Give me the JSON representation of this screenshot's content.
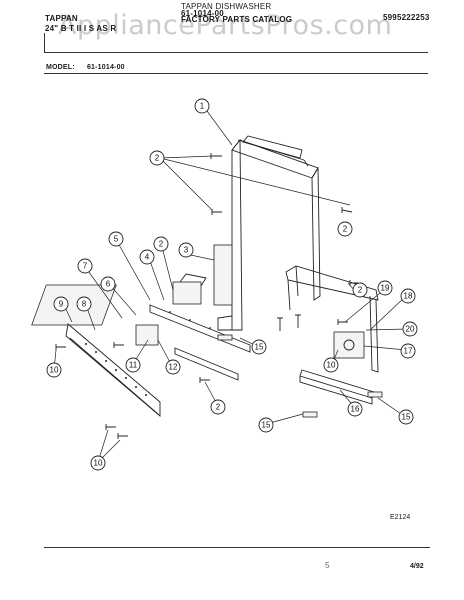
{
  "header": {
    "brand": "TAPPAN",
    "subtitle": "24\" B   T II I S   AS  R",
    "doc_title": "TAPPAN DISHWASHER",
    "doc_number": "61-1014-00",
    "catalog": "FACTORY PARTS CATALOG",
    "part_number": "5995222253"
  },
  "model": {
    "label": "MODEL:",
    "value": "61-1014-00"
  },
  "watermark": "AppliancePartsPros.com",
  "callouts": [
    "1",
    "2",
    "2",
    "3",
    "4",
    "5",
    "2",
    "7",
    "6",
    "8",
    "9",
    "10",
    "11",
    "12",
    "2",
    "15",
    "2",
    "19",
    "18",
    "20",
    "17",
    "10",
    "16",
    "15",
    "15",
    "10"
  ],
  "figure_code": "E2124",
  "page_mark": "5",
  "date_code": "4/92"
}
